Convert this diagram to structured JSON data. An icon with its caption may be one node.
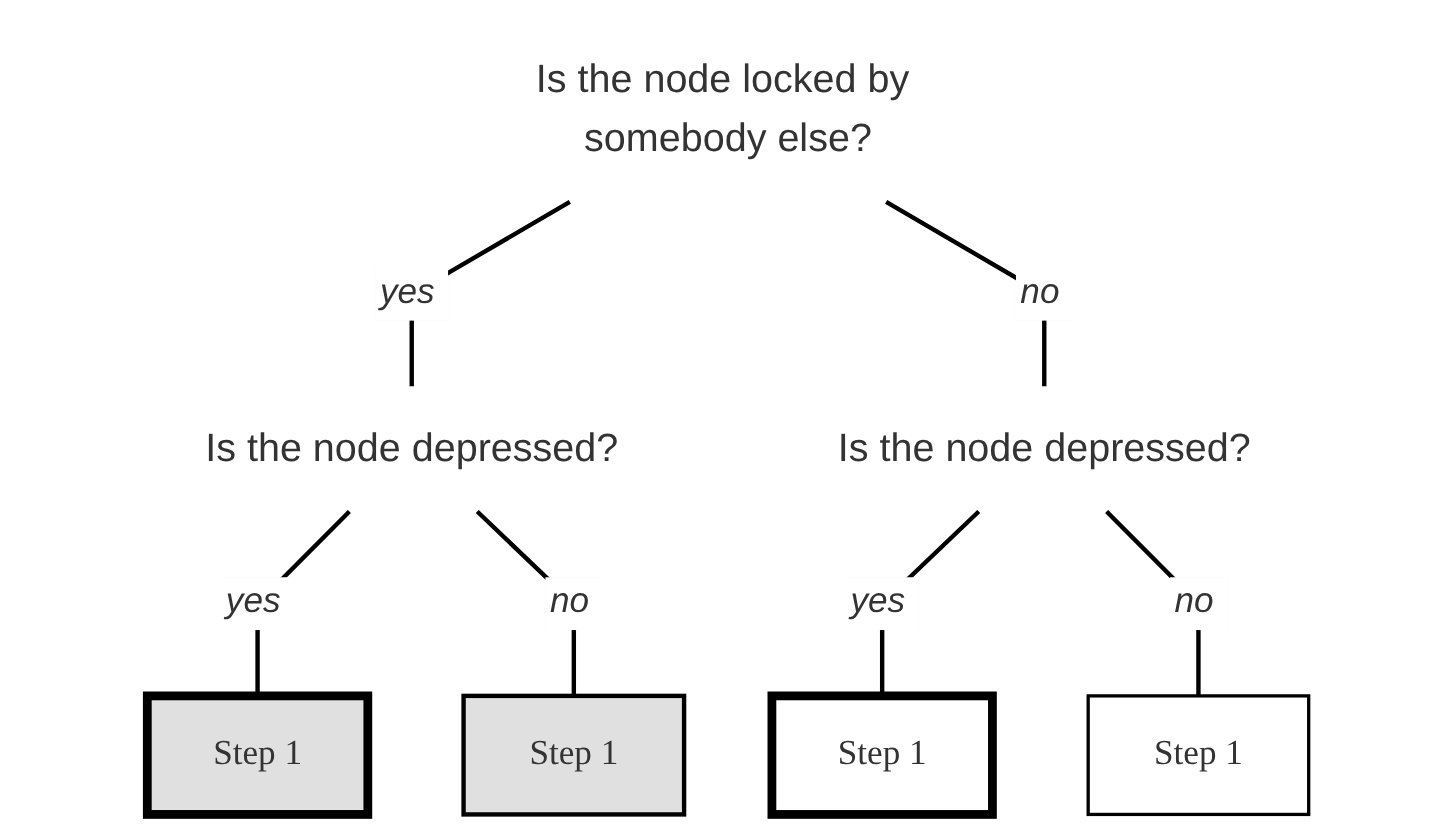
{
  "diagram": {
    "nodes": [
      {
        "text": [
          "Is the node locked by somebody else?"
        ]
      },
      {
        "text": [
          "Is the node depressed?"
        ]
      },
      {
        "text": [
          "Is the node depressed?"
        ]
      },
      {
        "text": [
          "Step 1"
        ]
      },
      {
        "text": [
          "Step 1"
        ]
      },
      {
        "text": [
          "Step 1"
        ]
      },
      {
        "text": [
          "Step 1"
        ]
      }
    ],
    "edges": [
      {
        "from": 0,
        "to": 1,
        "arrow": "none",
        "label": "yes"
      },
      {
        "from": 0,
        "to": 2,
        "arrow": "none",
        "label": "no"
      },
      {
        "from": 1,
        "to": 3,
        "arrow": "none",
        "label": "yes"
      },
      {
        "from": 1,
        "to": 4,
        "arrow": "none",
        "label": "no"
      },
      {
        "from": 2,
        "to": 5,
        "arrow": "none",
        "label": "yes"
      },
      {
        "from": 2,
        "to": 6,
        "arrow": "none",
        "label": "no"
      }
    ]
  }
}
